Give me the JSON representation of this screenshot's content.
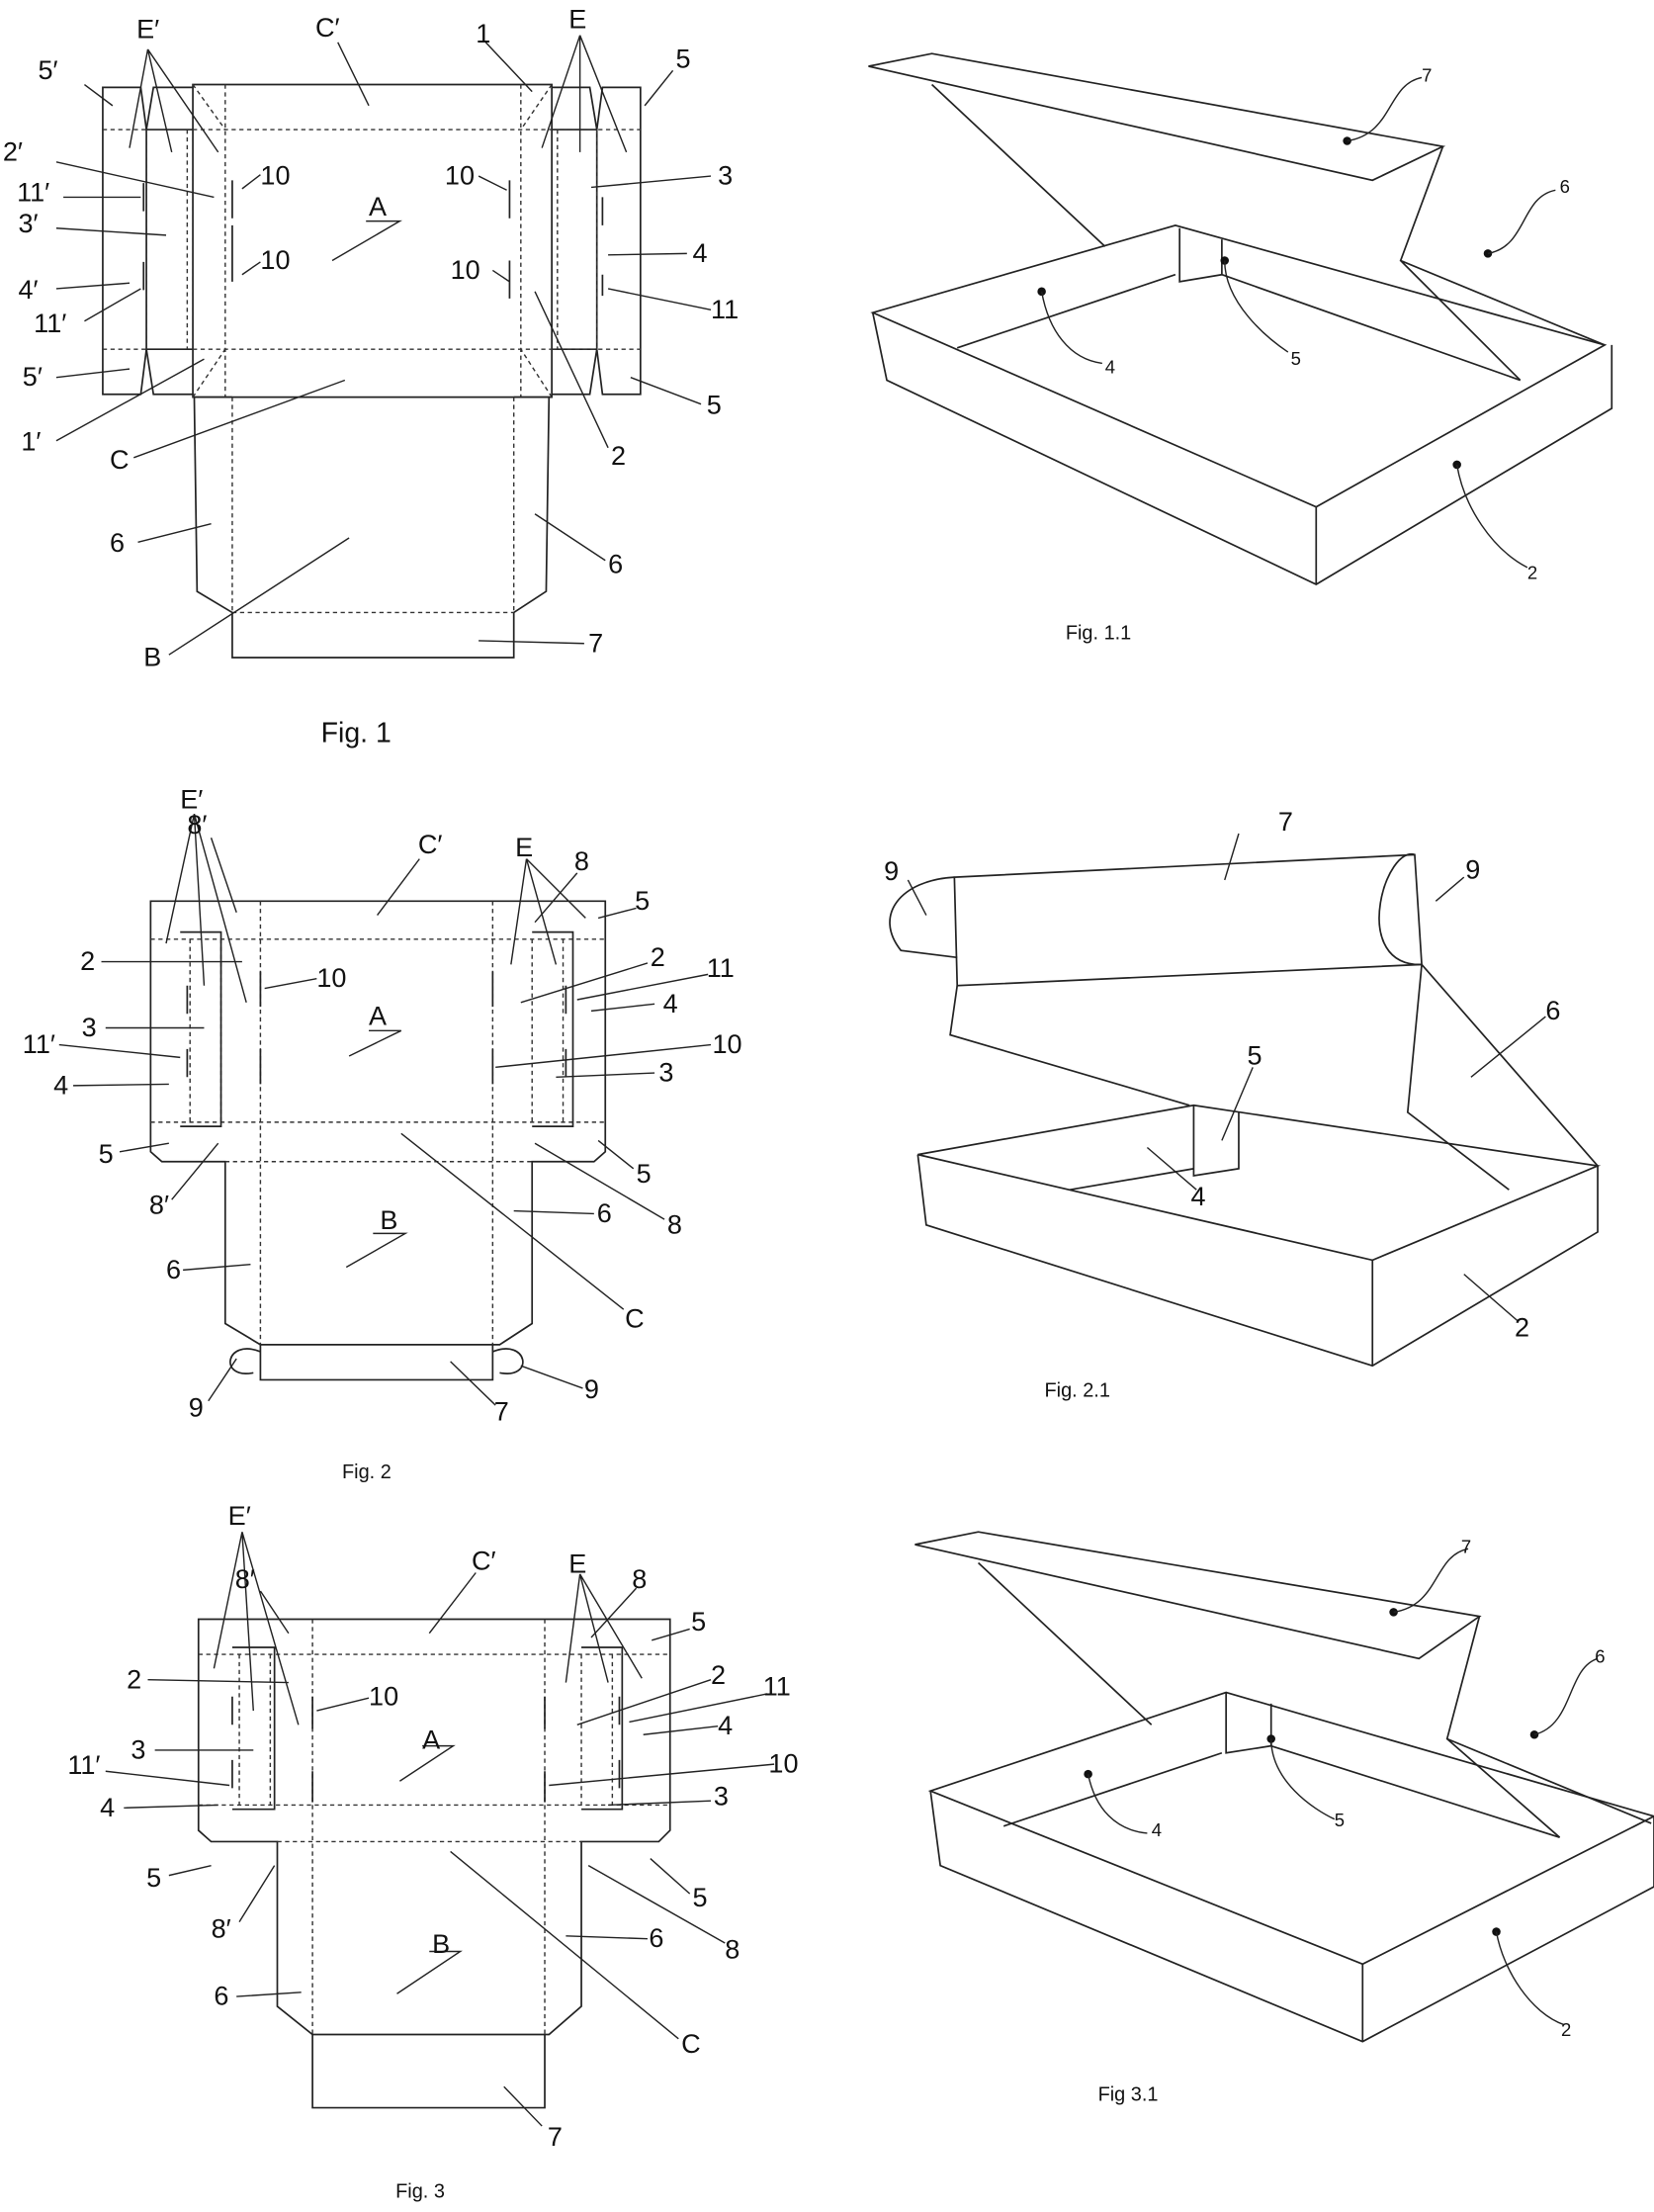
{
  "fig1": {
    "caption": "Fig. 1",
    "labels": [
      "E′",
      "C′",
      "1",
      "E",
      "5′",
      "5",
      "2′",
      "10",
      "10",
      "3",
      "11′",
      "A",
      "3′",
      "10",
      "4",
      "10",
      "4′",
      "11′",
      "11",
      "5′",
      "5",
      "1′",
      "2",
      "C",
      "6",
      "6",
      "B",
      "7"
    ]
  },
  "fig1_1": {
    "caption": "Fig. 1.1",
    "labels": [
      "7",
      "6",
      "4",
      "5",
      "2"
    ]
  },
  "fig2": {
    "caption": "Fig. 2",
    "labels": [
      "E′",
      "8′",
      "C′",
      "E",
      "8",
      "5",
      "2",
      "10",
      "2",
      "11",
      "A",
      "4",
      "3",
      "11′",
      "10",
      "4",
      "3",
      "5",
      "5",
      "8′",
      "6",
      "8",
      "B",
      "6",
      "C",
      "9",
      "7",
      "9"
    ]
  },
  "fig2_1": {
    "caption": "Fig. 2.1",
    "labels": [
      "7",
      "9",
      "9",
      "6",
      "5",
      "4",
      "2"
    ]
  },
  "fig3": {
    "caption": "Fig. 3",
    "labels": [
      "E′",
      "8′",
      "C′",
      "E",
      "8",
      "5",
      "2",
      "10",
      "2",
      "11",
      "A",
      "4",
      "3",
      "11′",
      "10",
      "4",
      "3",
      "5",
      "5",
      "8′",
      "6",
      "8",
      "B",
      "6",
      "C",
      "7"
    ]
  },
  "fig3_1": {
    "caption": "Fig 3.1",
    "labels": [
      "7",
      "6",
      "4",
      "5",
      "2"
    ]
  }
}
